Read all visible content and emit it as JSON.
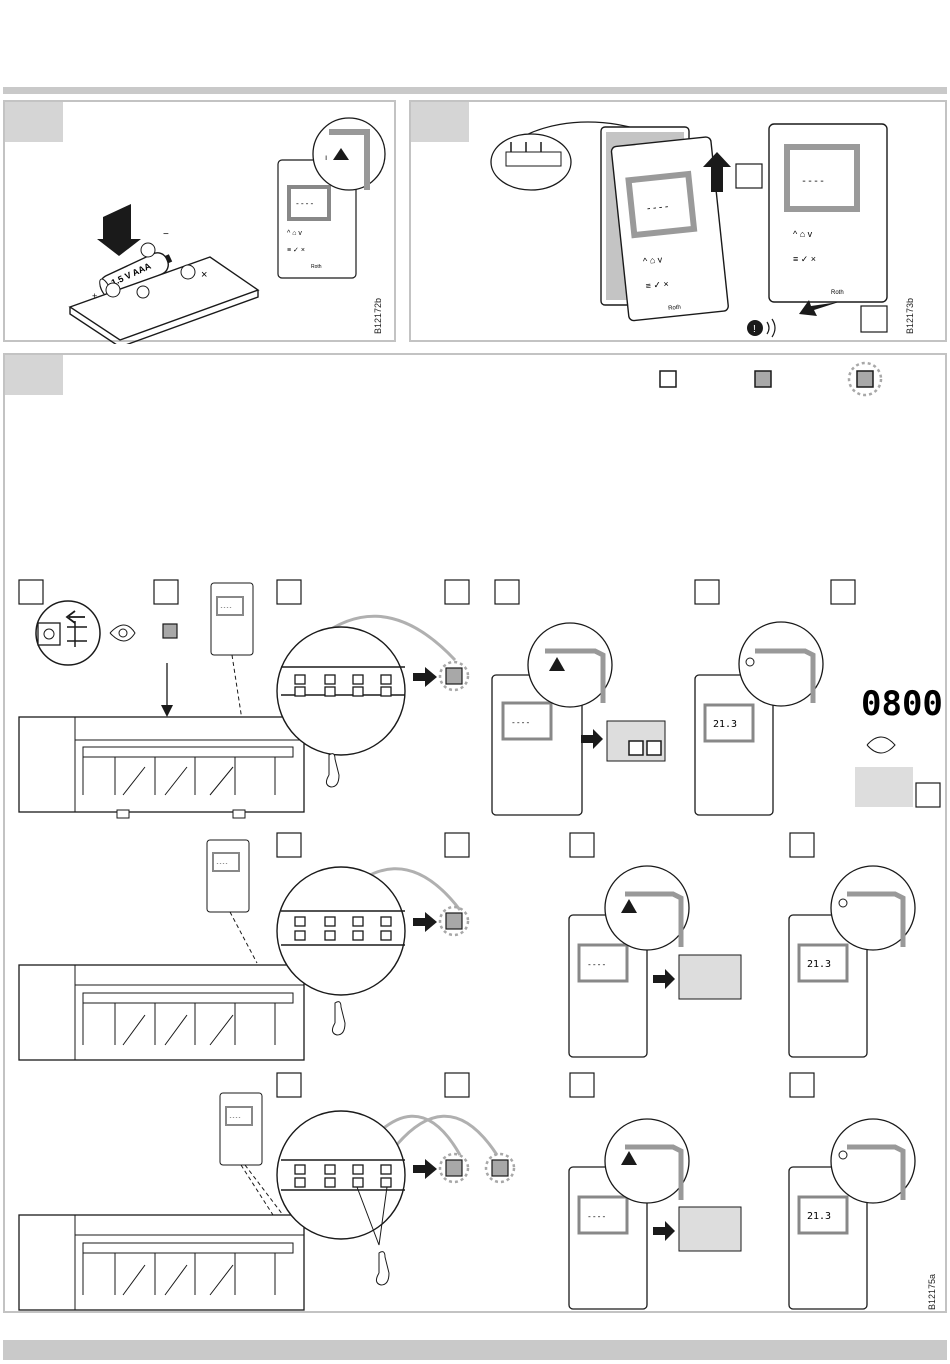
{
  "figure_codes": {
    "panel1": "B12172b",
    "panel2": "B12173b",
    "panel3": "B12175a"
  },
  "battery_label": "1.5 V AAA",
  "battery_polarity": {
    "plus": "+",
    "minus": "−"
  },
  "display": {
    "dashes": "----",
    "temperature": "21.3",
    "clock": "0800"
  },
  "brand_mark": "Roth",
  "keypad_glyphs": [
    "^",
    "⌂",
    "v",
    "≡",
    "✓",
    "×"
  ],
  "icons": [
    "battery-insert-icon",
    "warning-icon",
    "antenna-icon",
    "plug-icon",
    "eye-icon",
    "finger-press-icon",
    "arrow-icon",
    "wall-mount-icon",
    "attention-sound-icon"
  ],
  "colors": {
    "frame": "#c3c3c3",
    "tab": "#d5d5d5",
    "led_fill": "#a8a8a8",
    "line": "#1a1a1a"
  }
}
